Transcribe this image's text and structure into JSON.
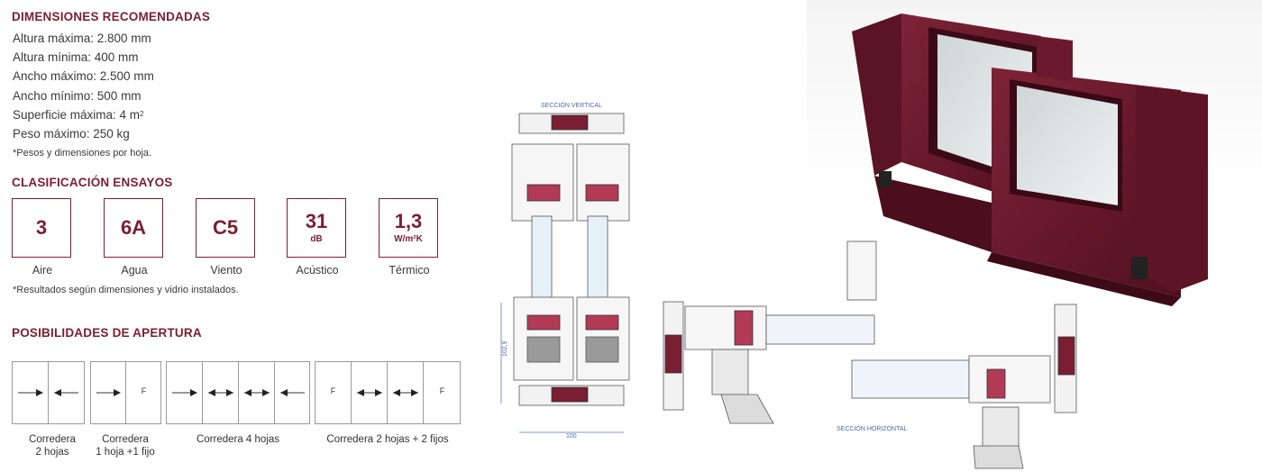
{
  "dimensions": {
    "title": "DIMENSIONES RECOMENDADAS",
    "items": [
      "Altura máxima: 2.800 mm",
      "Altura mínima: 400 mm",
      "Ancho máximo: 2.500 mm",
      "Ancho mínimo: 500 mm",
      "Superficie máxima: 4 m",
      "Peso máximo:  250 kg"
    ],
    "area_superscript": "2",
    "note": "*Pesos y dimensiones por hoja."
  },
  "tests": {
    "title": "CLASIFICACIÓN ENSAYOS",
    "items": [
      {
        "value": "3",
        "unit": "",
        "label": "Aire"
      },
      {
        "value": "6A",
        "unit": "",
        "label": "Agua"
      },
      {
        "value": "C5",
        "unit": "",
        "label": "Viento"
      },
      {
        "value": "31",
        "unit": "dB",
        "label": "Acústico"
      },
      {
        "value": "1,3",
        "unit": "W/m²K",
        "label": "Térmico"
      }
    ],
    "note": "*Resultados según dimensiones y vidrio instalados."
  },
  "openings": {
    "title": "POSIBILIDADES DE APERTURA",
    "fixed_mark": "F",
    "labels": [
      "Corredera\n2 hojas",
      "Corredera\n1 hoja +1 fijo",
      "Corredera 4 hojas",
      "Corredera 2 hojas + 2 fijos"
    ]
  },
  "drawing": {
    "vertical_title": "SECCIÓN VERTICAL",
    "horizontal_title": "SECCIÓN HORIZONTAL",
    "height_dim": "102,9",
    "width_dim": "100"
  },
  "colors": {
    "accent": "#7a1f33",
    "profile": "#6e1a2d",
    "line": "#9a9a9a"
  }
}
